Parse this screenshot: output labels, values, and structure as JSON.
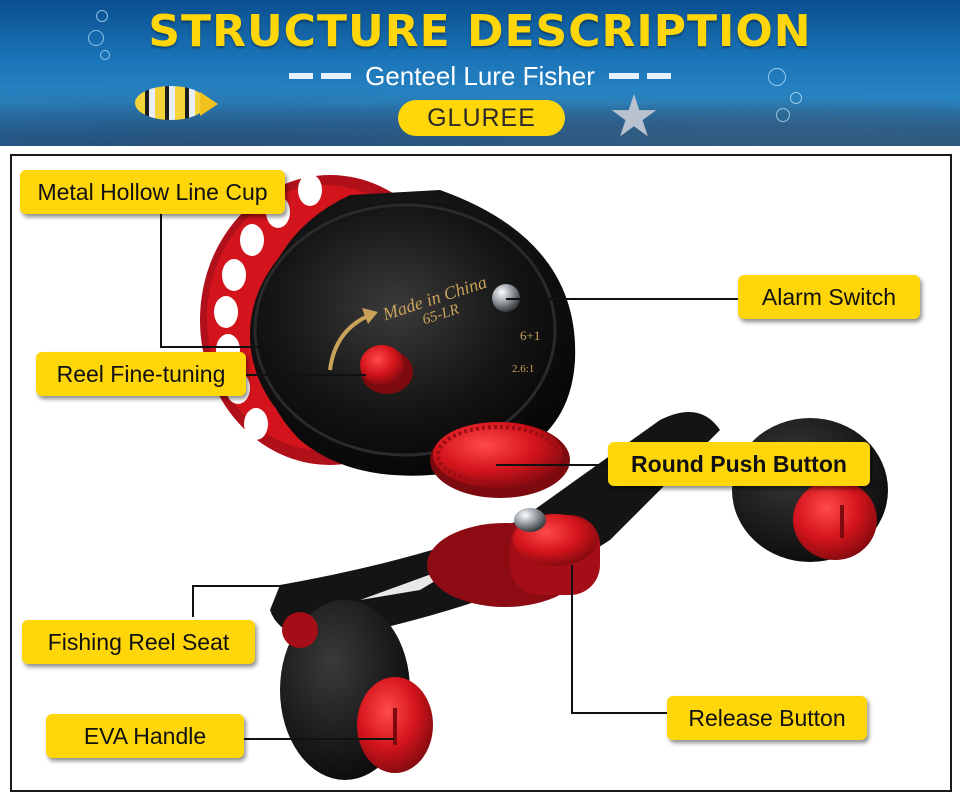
{
  "header": {
    "title": "STRUCTURE DESCRIPTION",
    "subtitle": "Genteel Lure Fisher",
    "brand": "GLUREE"
  },
  "reel_printing": {
    "made_in": "Made in China",
    "model": "65-LR",
    "gear_ratio": "2.6:1",
    "bearings": "6+1"
  },
  "labels": {
    "metal_hollow_line_cup": "Metal Hollow Line Cup",
    "reel_fine_tuning": "Reel Fine-tuning",
    "alarm_switch": "Alarm Switch",
    "round_push_button": "Round Push Button",
    "fishing_reel_seat": "Fishing Reel Seat",
    "eva_handle": "EVA Handle",
    "release_button": "Release Button"
  },
  "colors": {
    "label_bg": "#ffd60a",
    "title_yellow": "#ffd60a",
    "reel_red": "#d4141c",
    "reel_black": "#121212"
  }
}
